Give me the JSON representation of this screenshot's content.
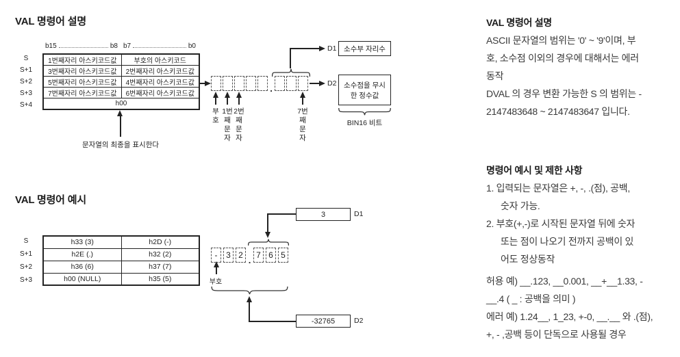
{
  "colors": {
    "line": "#222222",
    "text": "#3a3a3a",
    "title": "#1c1c1c"
  },
  "diagram1": {
    "title": "VAL 명령어 설명",
    "bits": {
      "hi_start": "b15",
      "hi_end": "b8",
      "lo_start": "b7",
      "lo_end": "b0"
    },
    "rows": [
      {
        "label": "S",
        "high": "1번째자리 아스키코드값",
        "low": "부호의 아스키코드"
      },
      {
        "label": "S+1",
        "high": "3번째자리 아스키코드값",
        "low": "2번째자리 아스키코드값"
      },
      {
        "label": "S+2",
        "high": "5번째자리 아스키코드값",
        "low": "4번째자리 아스키코드값"
      },
      {
        "label": "S+3",
        "high": "7번째자리 아스키코드값",
        "low": "6번째자리 아스키코드값"
      },
      {
        "label": "S+4",
        "full": "h00"
      }
    ],
    "caption": "문자열의 최종을 표시한다",
    "decimal_point": ".",
    "char_labels": {
      "sign": "부호",
      "c1": "1번째문자",
      "c2": "2번째문자",
      "c7": "7번째문자"
    },
    "d1_label": "D1",
    "d1_text": "소수부 자리수",
    "d2_label": "D2",
    "d2_text": "소수점을 무시한 정수값",
    "bin_label": "BIN16 비트"
  },
  "diagram2": {
    "title": "VAL 명령어 예시",
    "rows": [
      {
        "label": "S",
        "high": "h33 (3)",
        "low": "h2D (-)"
      },
      {
        "label": "S+1",
        "high": "h2E (.)",
        "low": "h32 (2)"
      },
      {
        "label": "S+2",
        "high": "h36 (6)",
        "low": "h37 (7)"
      },
      {
        "label": "S+3",
        "high": "h00 (NULL)",
        "low": "h35 (5)"
      }
    ],
    "digits": [
      "-",
      "3",
      "2",
      "7",
      "6",
      "5"
    ],
    "decimal_point": ".",
    "sign_label": "부호",
    "d1_label": "D1",
    "d1_value": "3",
    "d2_label": "D2",
    "d2_value": "-32765"
  },
  "right": {
    "section1": {
      "title": "VAL 명령어 설명",
      "lines": [
        "ASCII 문자열의 범위는 '0' ~ '9'이며, 부",
        "호, 소수점 이외의 경우에 대해서는 에러",
        "동작",
        "DVAL 의 경우 변환 가능한 S 의 범위는 -",
        "2147483648 ~ 2147483647 입니다."
      ]
    },
    "section2": {
      "title": "명령어 예시 및 제한 사항",
      "lines": [
        "1.  입력되는 문자열은 +, -, .(점), 공백,",
        "숫자 가능.",
        "2.  부호(+,-)로 시작된 문자열 뒤에 숫자",
        "또는 점이 나오기 전까지 공백이 있",
        "어도 정상동작"
      ]
    },
    "section3": {
      "lines": [
        "허용 예) __.123, __0.001, __+__1.33, -",
        "__.4 ( _ : 공백을 의미 )",
        "에러 예) 1.24__, 1_23, +-0, __.__ 와 .(점),",
        "+, - ,공백 등이 단독으로 사용될 경우"
      ]
    }
  }
}
